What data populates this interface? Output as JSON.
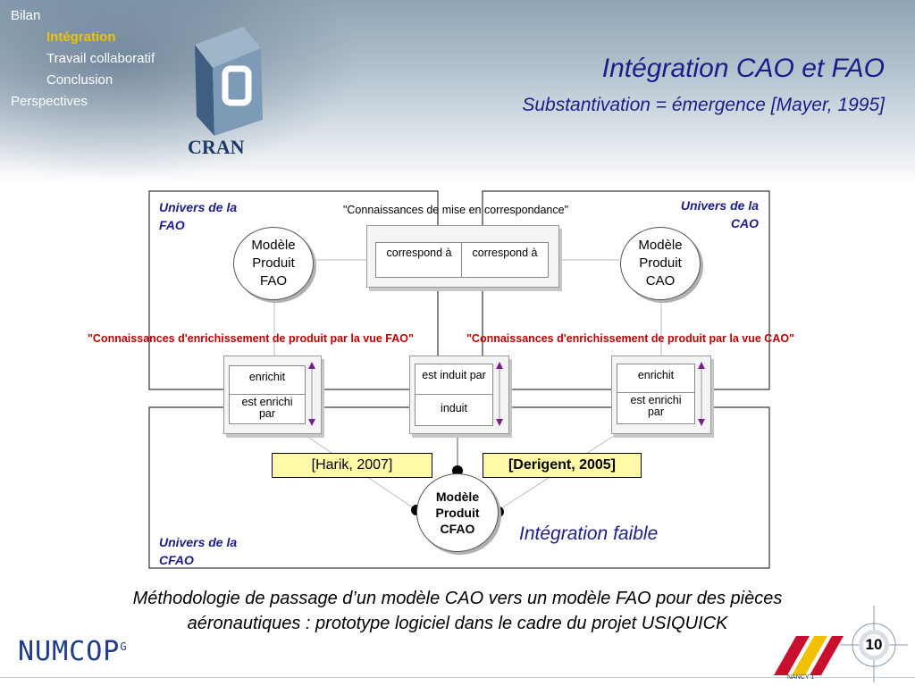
{
  "nav": {
    "items": [
      {
        "label": "Bilan",
        "active": false
      },
      {
        "label": "Intégration",
        "active": true
      },
      {
        "label": "Travail collaboratif",
        "active": false
      },
      {
        "label": "Conclusion",
        "active": false
      },
      {
        "label": "Perspectives",
        "active": false
      }
    ]
  },
  "logo": {
    "text": "CRAN"
  },
  "header": {
    "title": "Intégration CAO et FAO",
    "subtitle": "Substantivation = émergence [Mayer, 1995]"
  },
  "diagram": {
    "universe_fao": {
      "line1": "Univers de la",
      "line2": "FAO"
    },
    "universe_cao": {
      "line1": "Univers de la",
      "line2": "CAO"
    },
    "universe_cfao": {
      "line1": "Univers de la",
      "line2": "CFAO"
    },
    "node_fao": {
      "line1": "Modèle",
      "line2": "Produit",
      "line3": "FAO"
    },
    "node_cao": {
      "line1": "Modèle",
      "line2": "Produit",
      "line3": "CAO"
    },
    "node_cfao": {
      "line1": "Modèle",
      "line2": "Produit",
      "line3": "CFAO"
    },
    "correspondence_label": "\"Connaissances de mise en correspondance\"",
    "correspondence": {
      "left": "correspond à",
      "right": "correspond à"
    },
    "enrichment_fao_label": "\"Connaissances d'enrichissement de produit par la vue FAO\"",
    "enrichment_cao_label": "\"Connaissances d'enrichissement de produit par la vue CAO\"",
    "rel_left": {
      "top": "enrichit",
      "bottom_l1": "est enrichi",
      "bottom_l2": "par"
    },
    "rel_mid": {
      "top": "est induit par",
      "bottom": "induit"
    },
    "rel_right": {
      "top": "enrichit",
      "bottom_l1": "est enrichi",
      "bottom_l2": "par"
    },
    "ref_harik": "[Harik, 2007]",
    "ref_derigent": "[Derigent, 2005]",
    "integration_label": "Intégration faible"
  },
  "footer": {
    "line1": "Méthodologie de passage d’un modèle CAO vers un modèle FAO pour des pièces",
    "line2": "aéronautiques : prototype logiciel dans le cadre du projet USIQUICK",
    "brand_left": "NUMCOP",
    "brand_left_sup": "G",
    "brand_right": "NANCY 1",
    "page_number": "10"
  },
  "colors": {
    "title": "#1d1d8a",
    "nav_active": "#f2c200",
    "enrichment_text": "#c00000",
    "reference_bg": "#fff9a8",
    "arrow_purple": "#7a1f8a"
  }
}
